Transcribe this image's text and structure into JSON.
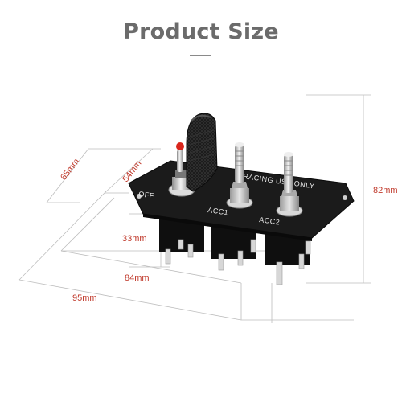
{
  "title": "Product Size",
  "dimensions": {
    "height_total": "82mm",
    "depth_outer": "65mm",
    "depth_inner": "54mm",
    "terminal_height": "33mm",
    "width_inner": "84mm",
    "width_outer": "95mm"
  },
  "panel_labels": {
    "off": "OFF",
    "racing_use_only": "RACING USE ONLY",
    "acc1": "ACC1",
    "acc2": "ACC2"
  },
  "colors": {
    "title": "#6b6b6b",
    "dimension_text": "#c0392b",
    "dimension_line": "#bdbdbd",
    "panel": "#1b1b1b",
    "chrome": "#c8c8c8",
    "led_red": "#d9261c"
  }
}
